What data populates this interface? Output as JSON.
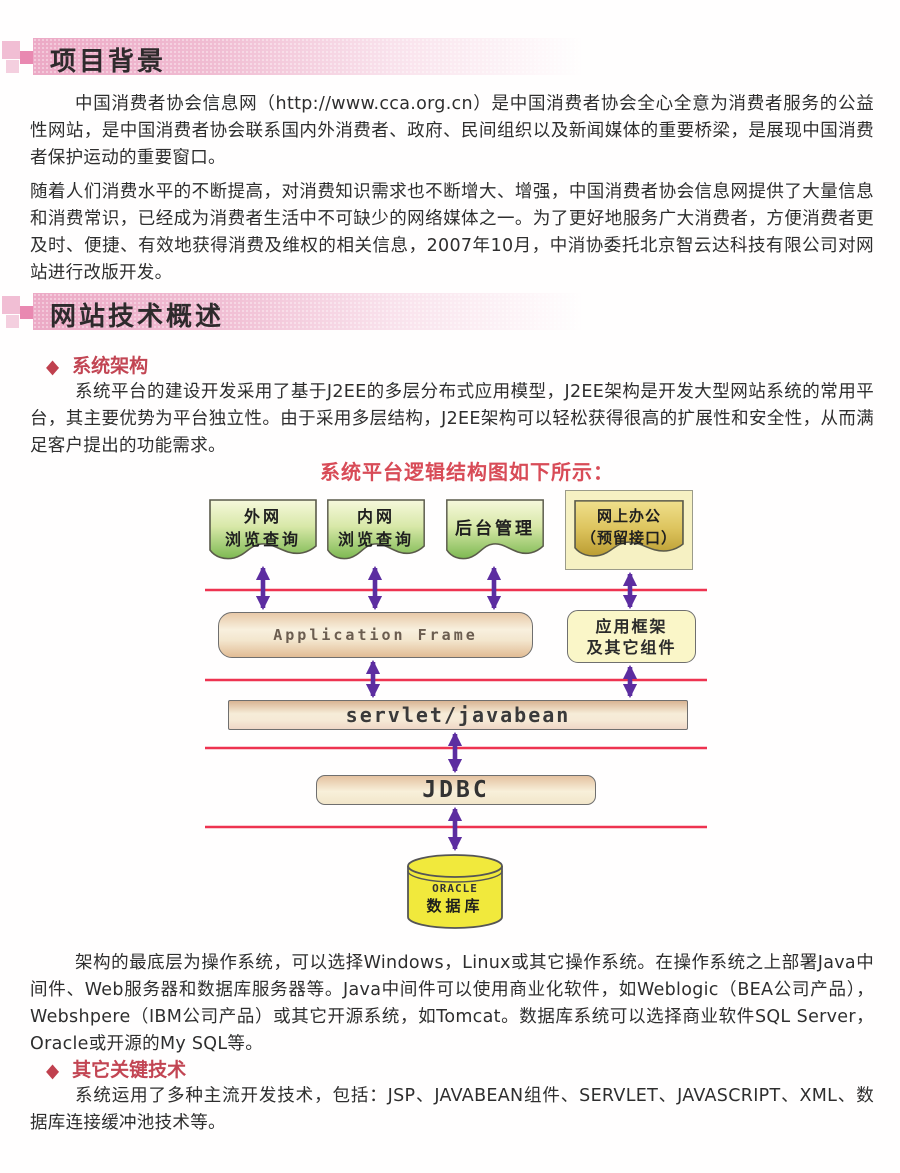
{
  "colors": {
    "header_bar_pink": "#eca9c5",
    "section_heading_red": "#c24553",
    "caption_red": "#d84b57",
    "diagram_line_red": "#ee3350",
    "arrow_purple": "#5c2da0",
    "doc_box_green": "#7db952",
    "database_yellow": "#f1e93c"
  },
  "sections": {
    "project_background": {
      "title": "项目背景",
      "paragraphs": [
        "中国消费者协会信息网（http://www.cca.org.cn）是中国消费者协会全心全意为消费者服务的公益性网站，是中国消费者协会联系国内外消费者、政府、民间组织以及新闻媒体的重要桥梁，是展现中国消费者保护运动的重要窗口。",
        "随着人们消费水平的不断提高，对消费知识需求也不断增大、增强，中国消费者协会信息网提供了大量信息和消费常识，已经成为消费者生活中不可缺少的网络媒体之一。为了更好地服务广大消费者，方便消费者更及时、便捷、有效地获得消费及维权的相关信息，2007年10月，中消协委托北京智云达科技有限公司对网站进行改版开发。"
      ]
    },
    "tech_overview": {
      "title": "网站技术概述",
      "system_architecture": {
        "bullet": "◆",
        "title": "系统架构",
        "paragraph": "系统平台的建设开发采用了基于J2EE的多层分布式应用模型，J2EE架构是开发大型网站系统的常用平台，其主要优势为平台独立性。由于采用多层结构，J2EE架构可以轻松获得很高的扩展性和安全性，从而满足客户提出的功能需求。",
        "diagram_caption": "系统平台逻辑结构图如下所示："
      },
      "architecture_paragraph": "架构的最底层为操作系统，可以选择Windows，Linux或其它操作系统。在操作系统之上部署Java中间件、Web服务器和数据库服务器等。Java中间件可以使用商业化软件，如Weblogic（BEA公司产品），Webshpere（IBM公司产品）或其它开源系统，如Tomcat。数据库系统可以选择商业软件SQL Server，Oracle或开源的My SQL等。",
      "other_tech": {
        "bullet": "◆",
        "title": "其它关键技术",
        "paragraph": "系统运用了多种主流开发技术，包括：JSP、JAVABEAN组件、SERVLET、JAVASCRIPT、XML、数据库连接缓冲池技术等。"
      }
    }
  },
  "diagram": {
    "top_boxes": [
      {
        "line1": "外网",
        "line2": "浏览查询"
      },
      {
        "line1": "内网",
        "line2": "浏览查询"
      },
      {
        "line1": "后台管理"
      },
      {
        "line1": "网上办公",
        "line2": "（预留接口）"
      }
    ],
    "application_frame_label": "Application Frame",
    "app_components": {
      "line1": "应用框架",
      "line2": "及其它组件"
    },
    "servlet_label": "servlet/javabean",
    "jdbc_label": "JDBC",
    "database": {
      "line1": "ORACLE",
      "line2": "数据库"
    }
  }
}
